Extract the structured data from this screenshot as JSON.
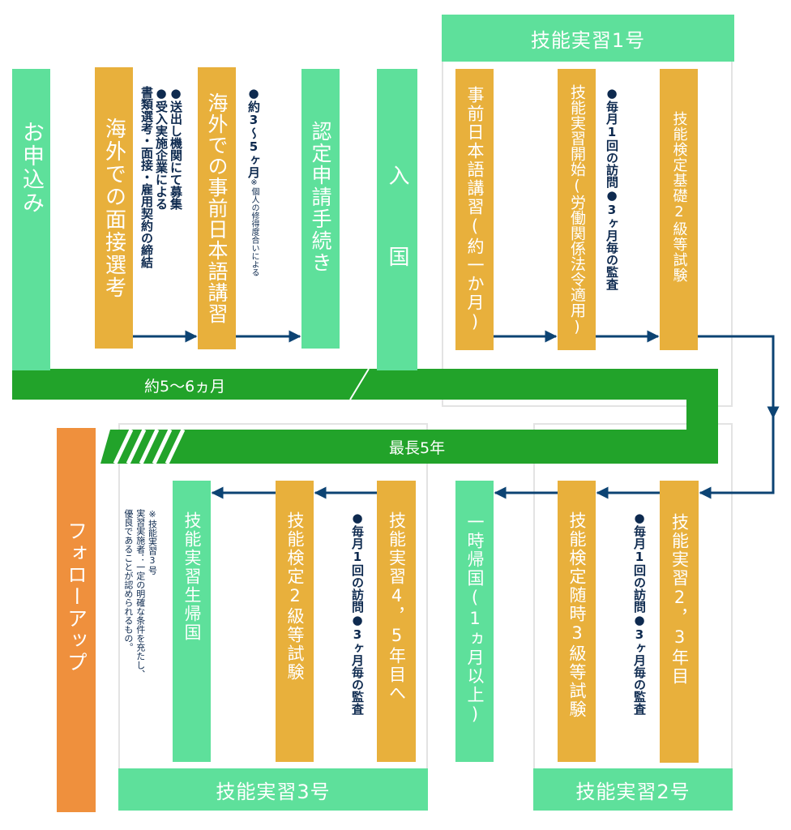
{
  "stage_titles": {
    "stage1": "技能実習1号",
    "stage2": "技能実習2号",
    "stage3": "技能実習3号"
  },
  "bands": {
    "pre_entry": "約5～6ヵ月",
    "max_period": "最長5年"
  },
  "pre_entry": {
    "application": "お申込み",
    "interview": "海外での面接選考",
    "recruit_note": "●送出し機関にて募集\n●受入実施企業による\n書類選考・面接・雇用契約の締結",
    "language_course": "海外での事前日本語講習",
    "course_note": "●約3～5ヶ月",
    "course_subnote": "※個人の修得度合いによる",
    "certification": "認定申請手続き",
    "entry": "入 国"
  },
  "stage1": {
    "course": "事前日本語講習(約一か月)",
    "start": "技能実習開始(労働関係法令適用)",
    "visit_note": "●毎月1回の訪問●3ヶ月毎の監査",
    "exam": "技能検定基礎2級等試験"
  },
  "stage2": {
    "years": "技能実習2，3年目",
    "visit_note": "●毎月1回の訪問●3ヶ月毎の監査",
    "exam": "技能検定随時3級等試験",
    "return": "一時帰国(1ヵ月以上)"
  },
  "stage3": {
    "years": "技能実習4，5年目へ",
    "visit_note": "●毎月1回の訪問●3ヶ月毎の監査",
    "exam": "技能検定2級等試験",
    "return": "技能実習生帰国",
    "side_note": "※技能実習3号\n実習実施者：一定の明確な条件を充たし、\n優良であることが認められるもの。"
  },
  "follow_up": "フォローアップ",
  "colors": {
    "green_box": "#5ee09b",
    "gold_box": "#e8b03c",
    "orange_box": "#ef903d",
    "band": "#22a32a",
    "arrow": "#0c4373",
    "note_text": "#0e2a4f"
  }
}
